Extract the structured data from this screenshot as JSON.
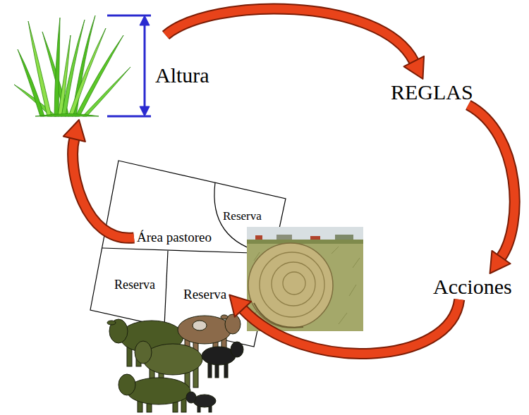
{
  "diagram": {
    "nodes": [
      {
        "text": [
          "Altura"
        ]
      },
      {
        "text": [
          "REGLAS"
        ]
      },
      {
        "text": [
          "Acciones"
        ]
      },
      {
        "text": [
          "Reserva"
        ]
      },
      {
        "text": [
          "Área pastoreo"
        ]
      },
      {
        "text": [
          "Reserva"
        ]
      },
      {
        "text": [
          "Reserva"
        ]
      }
    ],
    "edges": [
      {
        "from": 0,
        "to": 1,
        "arrow": "to"
      },
      {
        "from": 1,
        "to": 2,
        "arrow": "to"
      },
      {
        "from": 2,
        "to": 6,
        "arrow": "to"
      },
      {
        "from": 4,
        "to": 0,
        "arrow": "to"
      }
    ]
  }
}
